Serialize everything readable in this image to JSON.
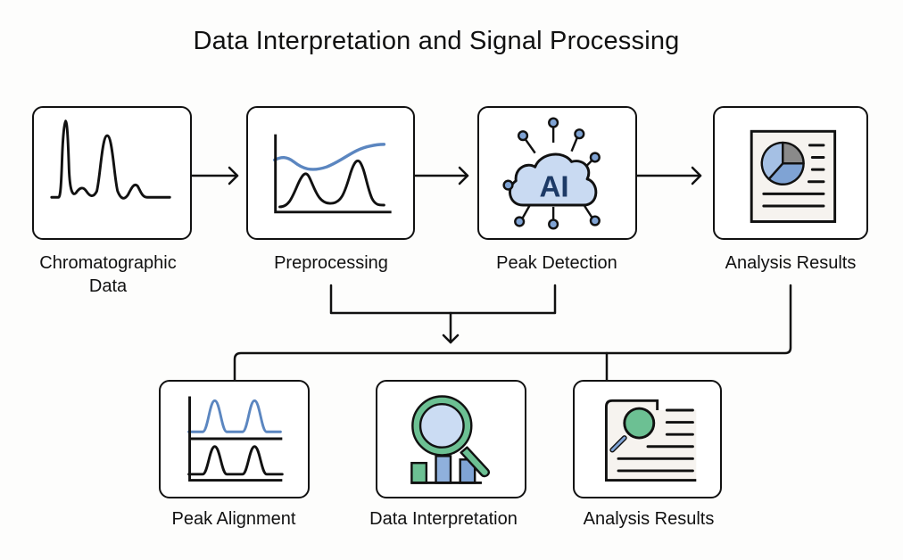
{
  "title": "Data Interpretation and Signal Processing",
  "top_row": [
    {
      "label": "Chromatographic Data",
      "label_lines": [
        "Chromatographic",
        "Data"
      ],
      "icon": "chromatogram-icon"
    },
    {
      "label": "Preprocessing",
      "icon": "baseline-correction-icon"
    },
    {
      "label": "Peak Detection",
      "icon": "ai-cloud-icon",
      "icon_text": "AI"
    },
    {
      "label": "Analysis Results",
      "icon": "report-pie-chart-icon"
    }
  ],
  "bottom_row": [
    {
      "label": "Peak Alignment",
      "icon": "aligned-peaks-icon"
    },
    {
      "label": "Data Interpretation",
      "icon": "magnifier-bar-chart-icon"
    },
    {
      "label": "Analysis Results",
      "icon": "document-search-icon"
    }
  ],
  "colors": {
    "stroke": "#111111",
    "blue_line": "#5b86c0",
    "light_blue_fill": "#c9daf2",
    "ai_text": "#1d3a66",
    "pie_light": "#a5c0e4",
    "pie_mid": "#7fa3d4",
    "pie_gray": "#8a8a8a",
    "paper": "#f6f3ef",
    "green": "#6cc093",
    "bar_blue": "#8fb0dc"
  }
}
